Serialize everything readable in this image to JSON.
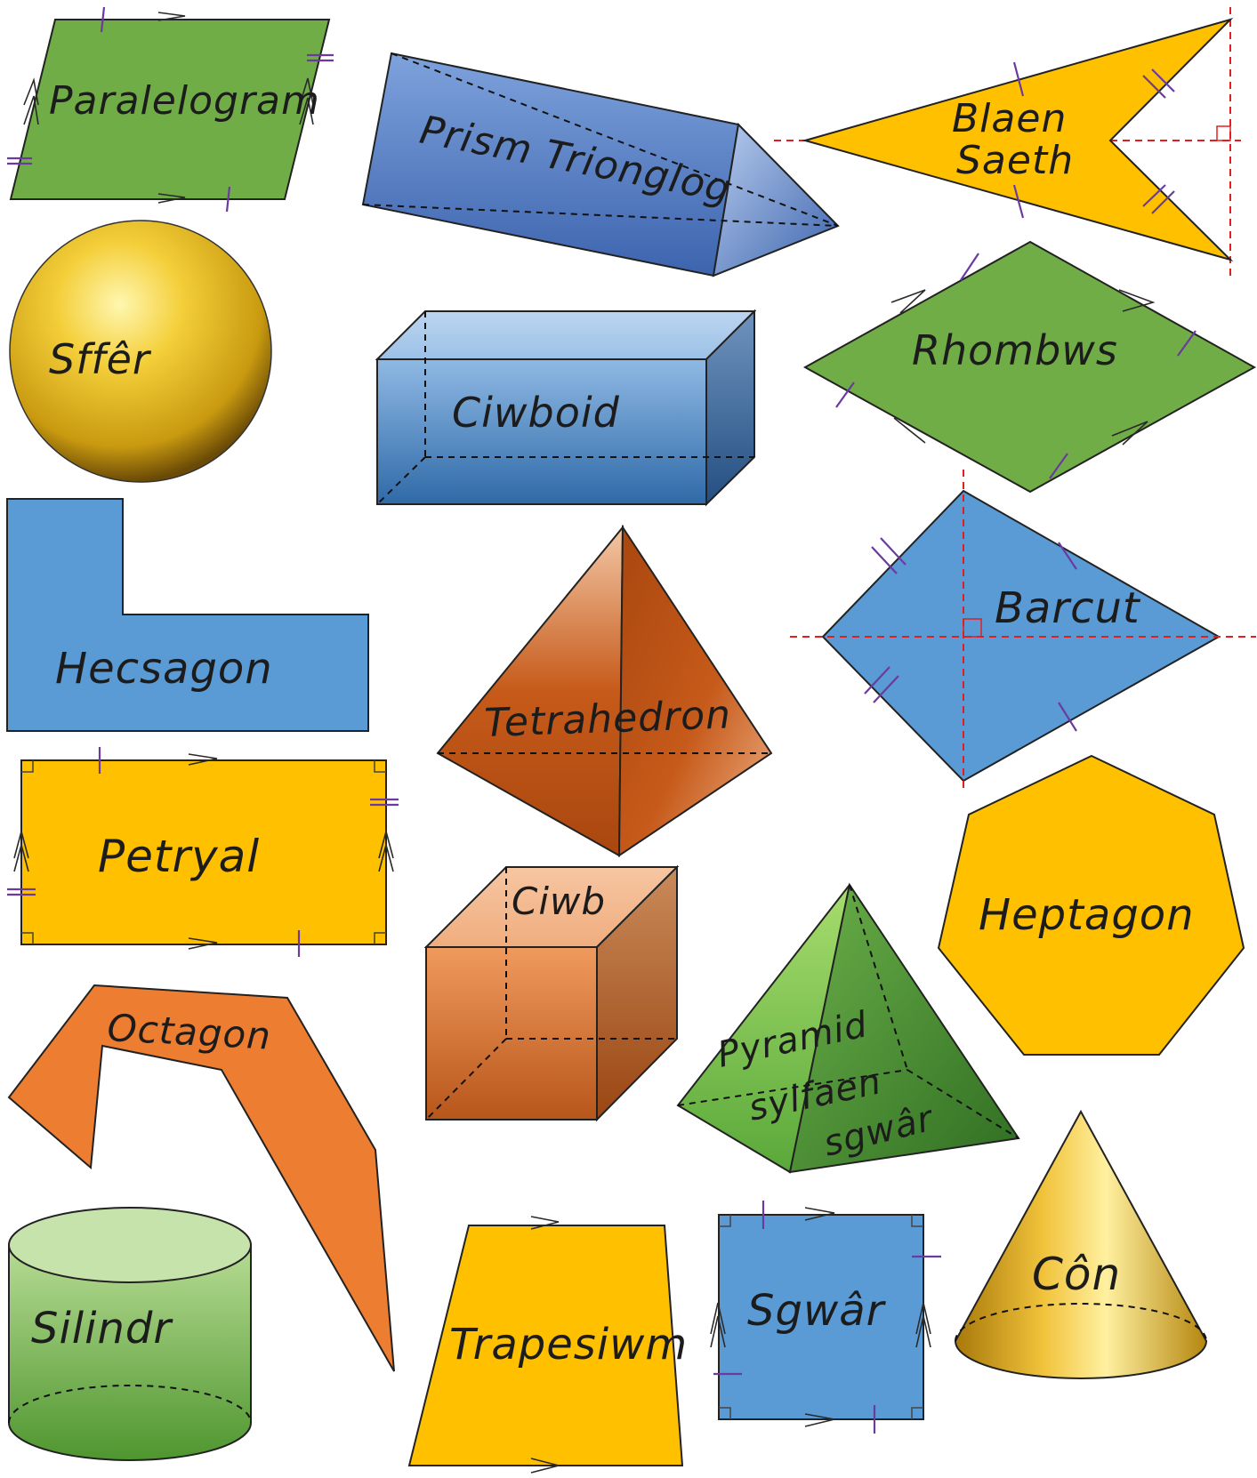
{
  "labels": {
    "parallelogram": "Paralelogram",
    "triangular_prism": "Prism Trionglog",
    "arrowhead_line1": "Blaen",
    "arrowhead_line2": "Saeth",
    "sphere": "Sffêr",
    "cuboid": "Ciwboid",
    "rhombus": "Rhombws",
    "hexagon": "Hecsagon",
    "tetrahedron": "Tetrahedron",
    "kite": "Barcut",
    "rectangle": "Petryal",
    "cube": "Ciwb",
    "heptagon": "Heptagon",
    "octagon": "Octagon",
    "pyramid_line1": "Pyramid",
    "pyramid_line2": "sylfaen",
    "pyramid_line3": "sgwâr",
    "cylinder": "Silindr",
    "trapezium": "Trapesiwm",
    "square": "Sgwâr",
    "cone": "Côn"
  },
  "colors": {
    "green": "#70ad47",
    "blue": "#5b9bd5",
    "yellow": "#ffc000",
    "orange": "#ed7d31",
    "tick_purple": "#6b3aa0",
    "symmetry_red": "#e02020"
  }
}
